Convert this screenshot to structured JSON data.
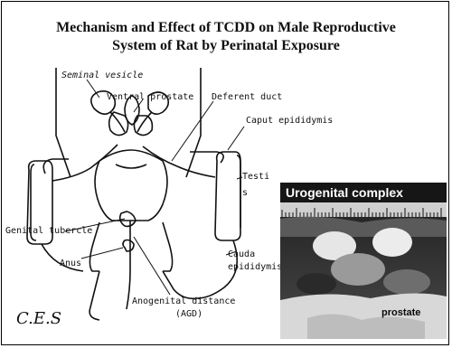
{
  "title": {
    "line1": "Mechanism and Effect of TCDD on Male Reproductive",
    "line2": "System of Rat by Perinatal Exposure"
  },
  "labels": {
    "seminal_vesicle": "Seminal vesicle",
    "ventral_prostate": "Ventral prostate",
    "deferent_duct": "Deferent duct",
    "caput_epididymis": "Caput epididymis",
    "testis_line1": "Testi",
    "testis_line2": "s",
    "genital_tubercle": "Genital tubercle",
    "anus": "Anus",
    "cauda_line1": "Cauda",
    "cauda_line2": "epididymis",
    "agd_line1": "Anogenital distance",
    "agd_line2": "(AGD)"
  },
  "photo": {
    "title": "Urogenital complex",
    "sublabel": "prostate"
  },
  "logo_text": "C.E.S",
  "colors": {
    "ink": "#111111",
    "photo_bg": "#3a3a3a",
    "photo_header": "#161616"
  }
}
